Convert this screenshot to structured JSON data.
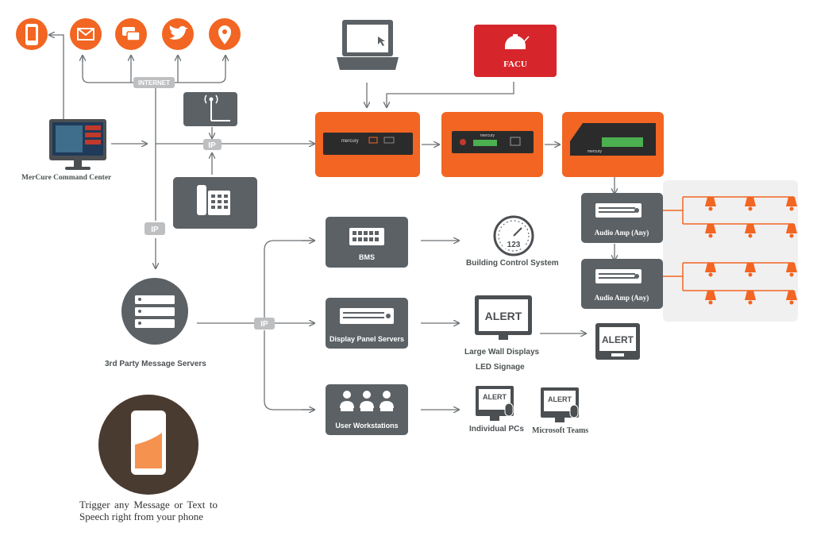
{
  "labels": {
    "command_center": "MerCure Command Center",
    "internet": "INTERNET",
    "ip": "IP",
    "facu": "FACU",
    "audio_amp": "Audio Amp (Any)",
    "bms": "BMS",
    "building_control": "Building Control System",
    "gauge_value": "123",
    "display_panel_servers": "Display Panel Servers",
    "alert": "ALERT",
    "large_wall_displays": "Large Wall Displays",
    "led_signage": "LED Signage",
    "user_workstations": "User Workstations",
    "individual_pcs": "Individual PCs",
    "microsoft_teams": "Microsoft Teams",
    "third_party_servers": "3rd Party Message Servers",
    "device_brand": "mercury",
    "trigger_text": "Trigger any Message or Text to Speech right from your phone"
  },
  "colors": {
    "orange": "#f26522",
    "slate": "#5b6165",
    "red": "#d7262b",
    "gray_line": "#6d7275",
    "tag_gray": "#bdbfc1",
    "brown": "#4a3b31",
    "amp_bg": "#f0f0f0"
  },
  "icons": {
    "top_row": [
      "phone-icon",
      "email-icon",
      "chat-icon",
      "twitter-icon",
      "location-pin-icon"
    ]
  }
}
